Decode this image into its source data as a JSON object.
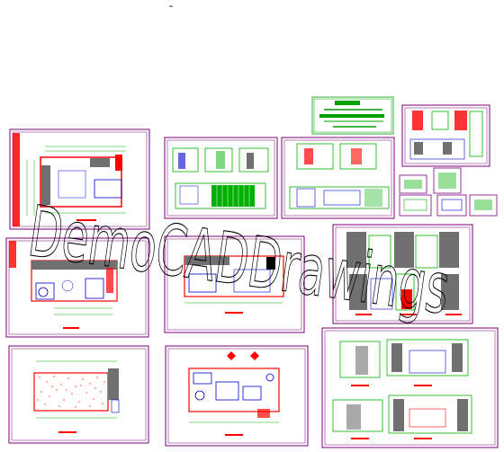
{
  "watermark": {
    "text": "DemoCADDrawings"
  },
  "title_block": {
    "label_top": "",
    "label_mid": "",
    "label_bottom": ""
  },
  "colors": {
    "sheet_border": "#7a007a",
    "wall": "#ff0000",
    "dimension": "#00b000",
    "furniture": "#0000cc",
    "fill_gray": "#707070",
    "title_green": "#00a000",
    "watermark": "#000000"
  },
  "sheets": [
    {
      "id": "sheet-floor-plan-top-left"
    },
    {
      "id": "sheet-elevations-top-middle"
    },
    {
      "id": "sheet-elevations-top-right"
    },
    {
      "id": "sheet-detail-far-right"
    },
    {
      "id": "sheet-plan-middle-left"
    },
    {
      "id": "sheet-plan-center"
    },
    {
      "id": "sheet-elevation-set-right"
    },
    {
      "id": "sheet-floor-finish-bottom-left"
    },
    {
      "id": "sheet-furniture-plan-bottom-center"
    },
    {
      "id": "sheet-elevations-bottom-right"
    }
  ]
}
